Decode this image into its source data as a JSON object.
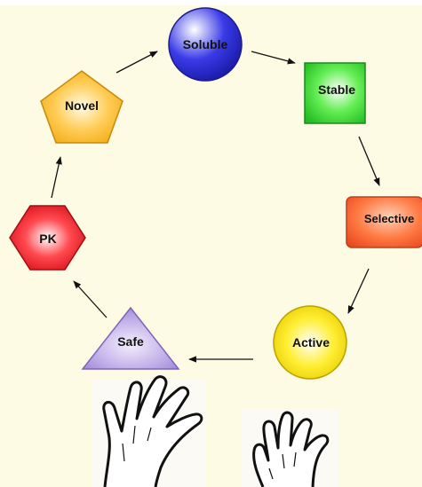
{
  "diagram": {
    "nodes": [
      {
        "id": "soluble",
        "label": "Soluble"
      },
      {
        "id": "stable",
        "label": "Stable"
      },
      {
        "id": "selective",
        "label": "Selective"
      },
      {
        "id": "active",
        "label": "Active"
      },
      {
        "id": "safe",
        "label": "Safe"
      },
      {
        "id": "pk",
        "label": "PK"
      },
      {
        "id": "novel",
        "label": "Novel"
      }
    ],
    "edges": [
      {
        "from": "soluble",
        "to": "stable"
      },
      {
        "from": "stable",
        "to": "selective"
      },
      {
        "from": "selective",
        "to": "active"
      },
      {
        "from": "active",
        "to": "safe"
      },
      {
        "from": "safe",
        "to": "pk"
      },
      {
        "from": "pk",
        "to": "novel"
      },
      {
        "from": "novel",
        "to": "soluble"
      }
    ],
    "colors": {
      "soluble": "#2a2ad0",
      "stable": "#33cc33",
      "selective": "#ff6a33",
      "active": "#ffee11",
      "safe": "#b9a3e3",
      "pk": "#e8141c",
      "novel": "#ffc233",
      "arrow": "#111111"
    },
    "icons": [
      "left-hand-icon",
      "right-hand-icon"
    ]
  }
}
